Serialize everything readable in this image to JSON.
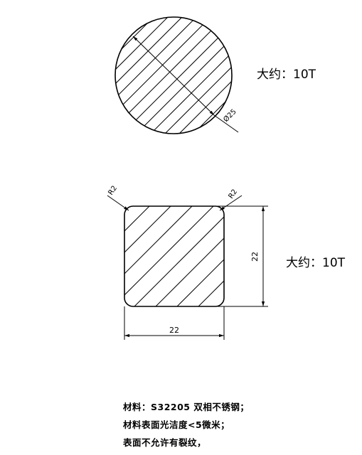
{
  "round_bar": {
    "diameter_label": "Ø25",
    "weight_label": "大约：10T"
  },
  "square_bar": {
    "radius_left_label": "R2",
    "radius_right_label": "R2",
    "width_label": "22",
    "height_label": "22",
    "weight_label": "大约：10T"
  },
  "notes": [
    "材料：S32205  双相不锈钢；",
    "材料表面光洁度<5微米；",
    "表面不允许有裂纹，"
  ]
}
